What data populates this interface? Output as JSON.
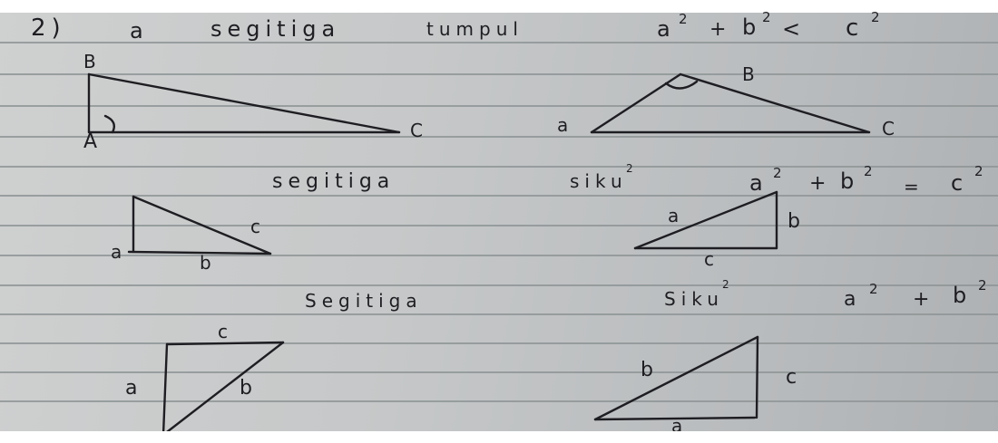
{
  "row1": {
    "number": "2)",
    "letter": "a",
    "word": "segitiga",
    "type": "tumpul",
    "formula": {
      "a": "a",
      "plus": "+",
      "b": "b",
      "rel": "<",
      "c": "c",
      "exp": "2"
    },
    "left_triangle": {
      "B": "B",
      "A": "A",
      "C": "C"
    },
    "right_triangle": {
      "a": "a",
      "B": "B",
      "C": "C"
    }
  },
  "row2": {
    "word": "segitiga",
    "type": "siku",
    "mark": "2",
    "formula": {
      "a": "a",
      "plus": "+",
      "b": "b",
      "rel": "=",
      "c": "c",
      "exp": "2"
    },
    "left_triangle": {
      "a": "a",
      "b": "b",
      "c": "c"
    },
    "right_triangle": {
      "a": "a",
      "b": "b",
      "c": "c"
    }
  },
  "row3": {
    "word": "Segitiga",
    "type": "Siku",
    "mark": "2",
    "formula": {
      "a": "a",
      "plus": "+",
      "b": "b",
      "exp": "2"
    },
    "left_triangle": {
      "c": "c",
      "a": "a",
      "b": "b"
    },
    "right_triangle": {
      "b": "b",
      "c": "c",
      "a": "a"
    }
  }
}
